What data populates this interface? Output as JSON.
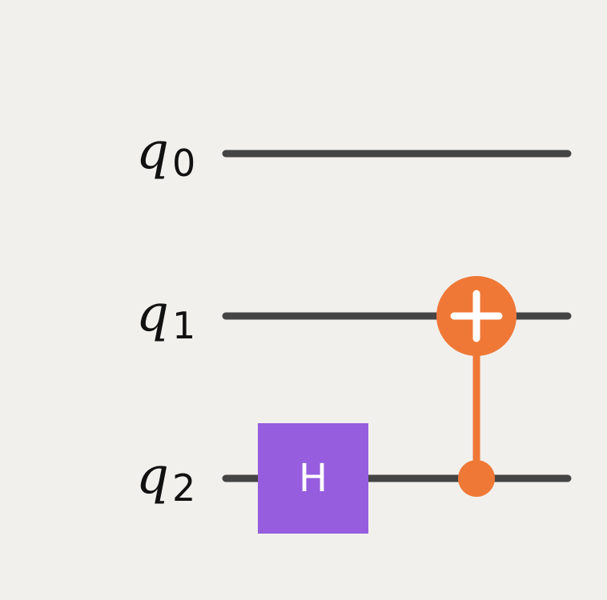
{
  "background_color": "#f1f0ed",
  "wire_color": "#444444",
  "qubits": [
    {
      "base": "q",
      "index": "0"
    },
    {
      "base": "q",
      "index": "1"
    },
    {
      "base": "q",
      "index": "2"
    }
  ],
  "gates": [
    {
      "type": "single",
      "label": "H",
      "qubit": 2,
      "color": "#965ddf"
    },
    {
      "type": "cnot",
      "control": 2,
      "target": 1,
      "color": "#f07836",
      "target_icon": "plus-icon"
    }
  ]
}
